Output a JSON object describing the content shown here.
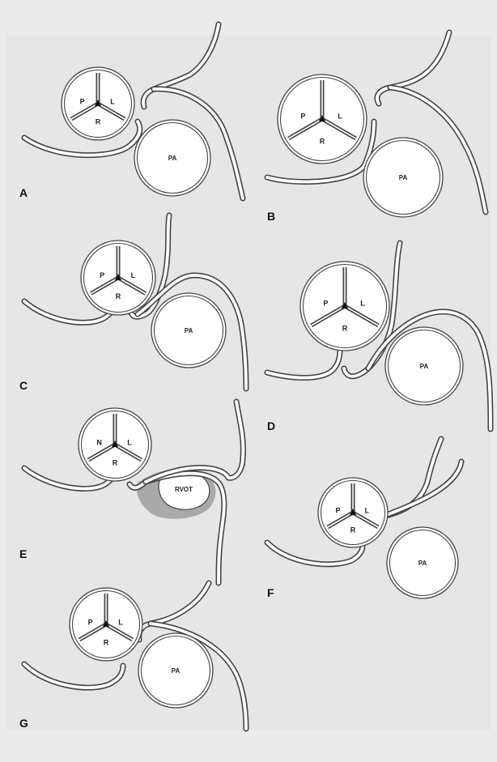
{
  "colors": {
    "background": "#e6e6e6",
    "frame_top": "#ebebeb",
    "stroke": "#444444",
    "vessel_fill": "#ffffff",
    "rvot_shade": "#a9a9a9"
  },
  "panels": [
    {
      "id": "A",
      "label": "A",
      "cusps": [
        "P",
        "L",
        "R"
      ],
      "vessel_label": "PA"
    },
    {
      "id": "B",
      "label": "B",
      "cusps": [
        "P",
        "L",
        "R"
      ],
      "vessel_label": "PA"
    },
    {
      "id": "C",
      "label": "C",
      "cusps": [
        "P",
        "L",
        "R"
      ],
      "vessel_label": "PA"
    },
    {
      "id": "D",
      "label": "D",
      "cusps": [
        "P",
        "L",
        "R"
      ],
      "vessel_label": "PA"
    },
    {
      "id": "E",
      "label": "E",
      "cusps": [
        "N",
        "L",
        "R"
      ],
      "vessel_label": "RVOT"
    },
    {
      "id": "F",
      "label": "F",
      "cusps": [
        "P",
        "L",
        "R"
      ],
      "vessel_label": "PA"
    },
    {
      "id": "G",
      "label": "G",
      "cusps": [
        "P",
        "L",
        "R"
      ],
      "vessel_label": "PA"
    }
  ]
}
